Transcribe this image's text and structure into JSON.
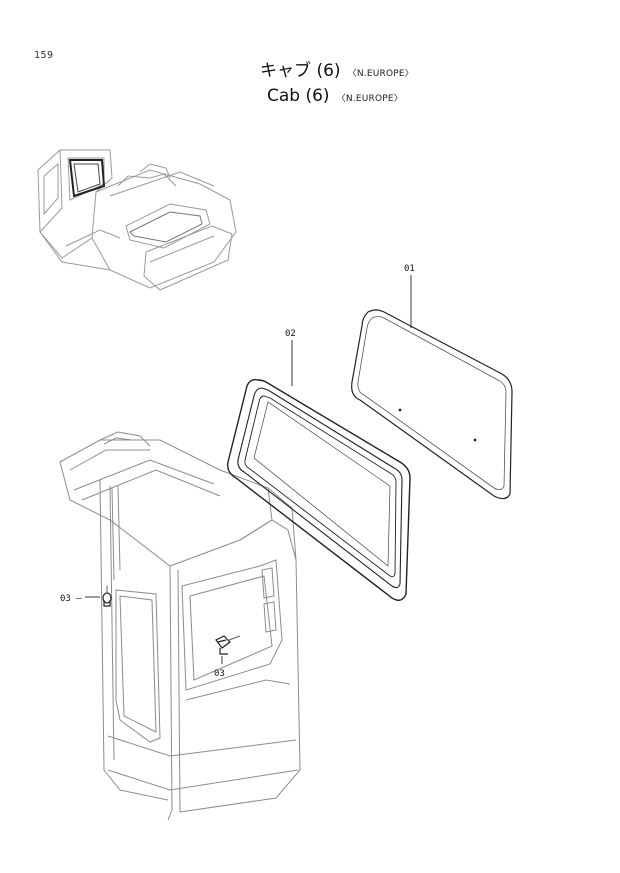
{
  "page": {
    "number": "159"
  },
  "title": {
    "jp_main": "キャブ (6)",
    "jp_region": "〈N.EUROPE〉",
    "en_main": "Cab (6)",
    "en_region": "〈N.EUROPE〉"
  },
  "callouts": [
    {
      "id": "01",
      "label": "01"
    },
    {
      "id": "02",
      "label": "02"
    },
    {
      "id": "03a",
      "label": "03 —"
    },
    {
      "id": "03b",
      "label": "03"
    }
  ],
  "colors": {
    "line": "#222222",
    "faint": "#9a9a9a",
    "background": "#ffffff"
  }
}
